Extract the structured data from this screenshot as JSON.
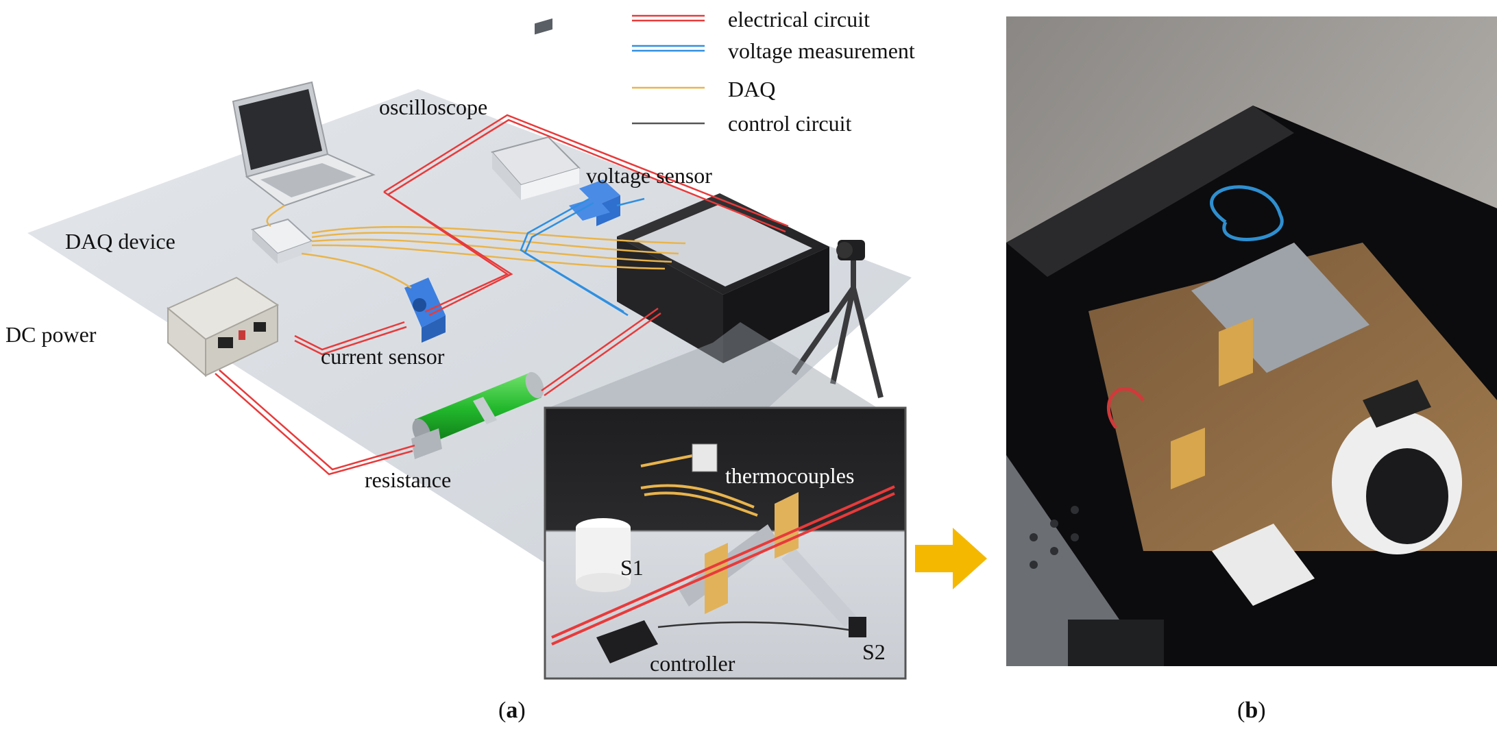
{
  "legend": {
    "items": [
      {
        "label": "electrical circuit",
        "color": "#e83a3a",
        "style": "double"
      },
      {
        "label": "voltage measurement",
        "color": "#2f8fe0",
        "style": "double"
      },
      {
        "label": "DAQ",
        "color": "#e9b44c",
        "style": "single"
      },
      {
        "label": "control circuit",
        "color": "#555555",
        "style": "single"
      }
    ]
  },
  "panel_a": {
    "labels": {
      "oscilloscope": "oscilloscope",
      "voltage_sensor": "voltage sensor",
      "daq_device": "DAQ device",
      "dc_power": "DC power",
      "current_sensor": "current sensor",
      "resistance": "resistance"
    },
    "inset": {
      "thermocouples": "thermocouples",
      "s1": "S1",
      "s2": "S2",
      "controller": "controller"
    },
    "caption_open": "(",
    "caption_letter": "a",
    "caption_close": ")"
  },
  "panel_b": {
    "caption_open": "(",
    "caption_letter": "b",
    "caption_close": ")"
  },
  "colors": {
    "floor": "#d9dde3",
    "electrical": "#e83a3a",
    "voltage": "#2f8fe0",
    "daq": "#e9b44c",
    "control": "#555555",
    "sensor_blue": "#3d7fe0",
    "resistor_green": "#2fbf3a",
    "box_dark": "#1f1f21",
    "arrow": "#f5b800"
  }
}
